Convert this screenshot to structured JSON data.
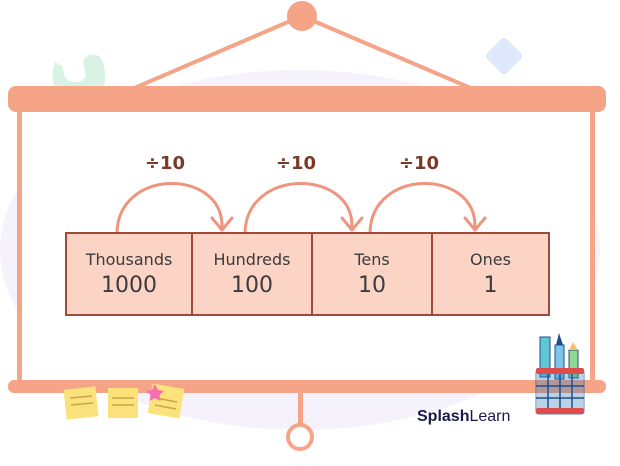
{
  "diagram": {
    "places": [
      {
        "name": "Thousands",
        "value": "1000"
      },
      {
        "name": "Hundreds",
        "value": "100"
      },
      {
        "name": "Tens",
        "value": "10"
      },
      {
        "name": "Ones",
        "value": "1"
      }
    ],
    "division_labels": [
      "÷10",
      "÷10",
      "÷10"
    ],
    "colors": {
      "board_frame": "#f5a488",
      "cell_fill": "#fbd4c6",
      "cell_border": "#a24a3a",
      "arrow": "#ee9580",
      "label": "#7a3a2a"
    }
  },
  "branding": {
    "part1": "Splash",
    "part2": "Learn"
  },
  "decorations": [
    "sticky-notes-icon",
    "pencil-cup-icon",
    "star-icon"
  ]
}
